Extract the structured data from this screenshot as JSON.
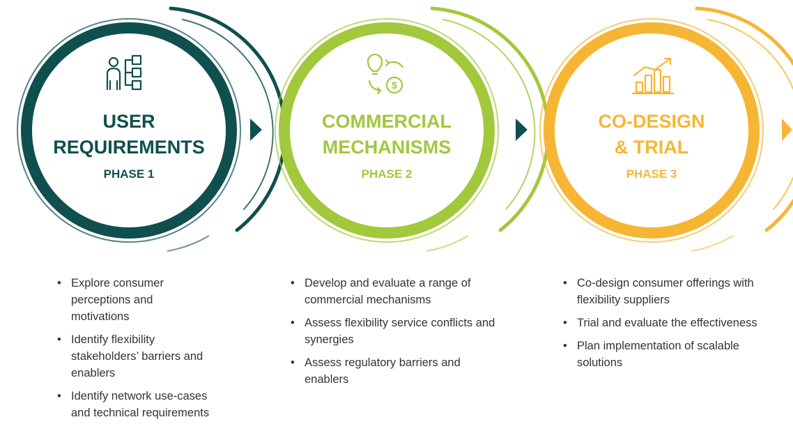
{
  "phases": [
    {
      "title_line1": "USER",
      "title_line2": "REQUIREMENTS",
      "phase_label": "PHASE 1",
      "icon": "user-hierarchy-icon",
      "color": "#0f4f4e",
      "bullets": [
        "Explore consumer perceptions and motivations",
        "Identify flexibility stakeholders’ barriers and enablers",
        "Identify network use-cases and technical requirements"
      ]
    },
    {
      "title_line1": "COMMERCIAL",
      "title_line2": "MECHANISMS",
      "phase_label": "PHASE 2",
      "icon": "idea-money-exchange-icon",
      "color": "#a2c83b",
      "bullets": [
        "Develop and evaluate a range of commercial mechanisms",
        "Assess flexibility service conflicts and synergies",
        "Assess regulatory barriers and enablers"
      ]
    },
    {
      "title_line1": "CO-DESIGN",
      "title_line2": "& TRIAL",
      "phase_label": "PHASE 3",
      "icon": "growth-chart-icon",
      "color": "#f6b633",
      "bullets": [
        "Co-design consumer offerings with flexibility suppliers",
        "Trial and evaluate the effectiveness",
        "Plan implementation of scalable solutions"
      ]
    }
  ]
}
